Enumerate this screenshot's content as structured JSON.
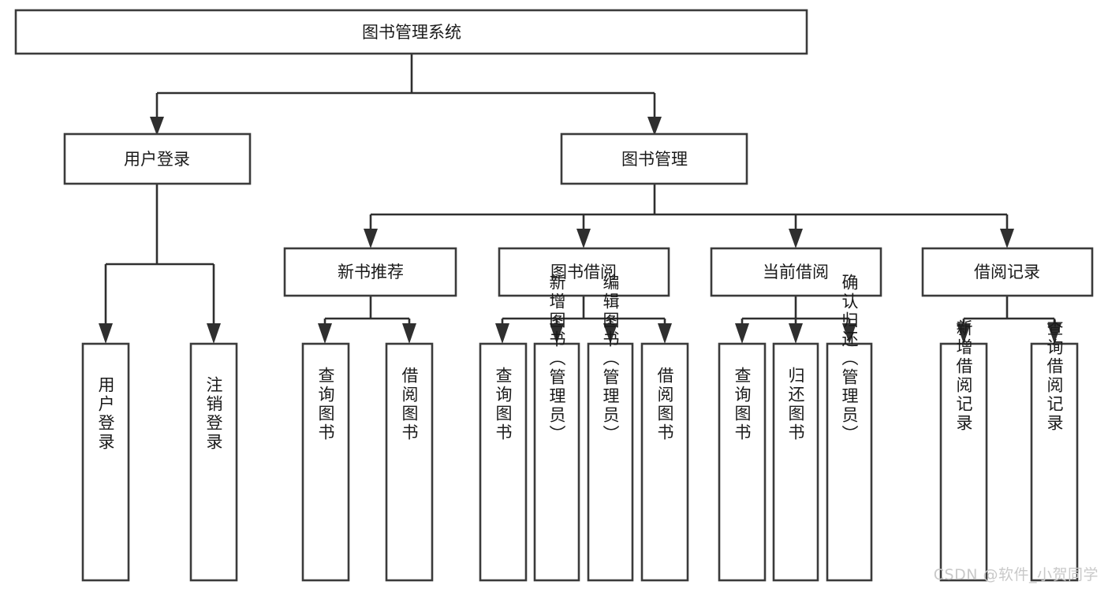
{
  "diagram": {
    "type": "tree-hierarchy",
    "title": "图书管理系统",
    "orientation": "top-down",
    "colors": {
      "box_stroke": "#3b3b3b",
      "box_fill": "#ffffff",
      "connector": "#2f2f2f",
      "text": "#1a1a1a",
      "watermark": "#c9c9c9",
      "background": "#ffffff"
    },
    "root": {
      "label": "图书管理系统"
    },
    "level1": [
      {
        "label": "用户登录"
      },
      {
        "label": "图书管理"
      }
    ],
    "level2": [
      {
        "label": "新书推荐"
      },
      {
        "label": "图书借阅"
      },
      {
        "label": "当前借阅"
      },
      {
        "label": "借阅记录"
      }
    ],
    "leaves": {
      "user_login": [
        {
          "label": "用户登录"
        },
        {
          "label": "注销登录"
        }
      ],
      "new_book_recommend": [
        {
          "label": "查询图书"
        },
        {
          "label": "借阅图书"
        }
      ],
      "book_borrow": [
        {
          "label": "查询图书"
        },
        {
          "label": "新增图书（管理员）"
        },
        {
          "label": "编辑图书（管理员）"
        },
        {
          "label": "借阅图书"
        }
      ],
      "current_borrow": [
        {
          "label": "查询图书"
        },
        {
          "label": "归还图书"
        },
        {
          "label": "确认归还（管理员）"
        }
      ],
      "borrow_records": [
        {
          "label": "新增借阅记录"
        },
        {
          "label": "查询借阅记录"
        }
      ]
    }
  },
  "watermark": {
    "text": "CSDN @软件_小贺同学"
  }
}
